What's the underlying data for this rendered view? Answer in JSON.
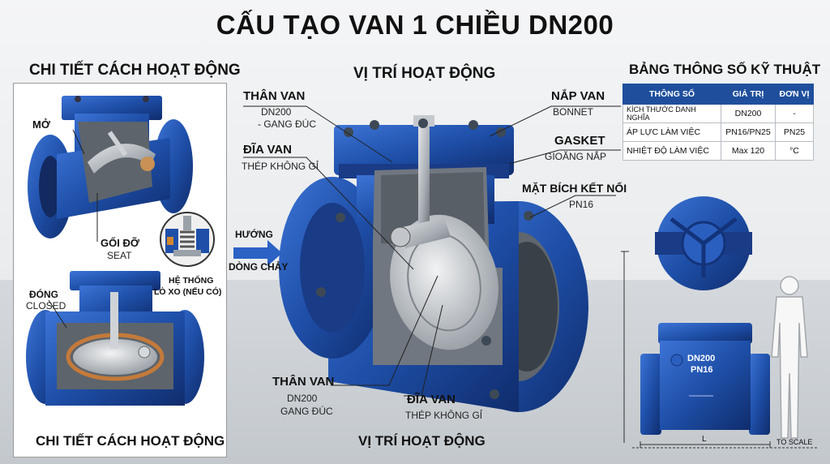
{
  "title": "CẤU TẠO VAN 1 CHIỀU DN200",
  "left_panel": {
    "heading_top": "CHI TIẾT CÁCH HOẠT ĐỘNG",
    "heading_bottom": "CHI TIẾT CÁCH HOẠT ĐỘNG",
    "open_label": "MỞ",
    "seat_label": "GỐI ĐỠ",
    "seat_sub": "SEAT",
    "closed_label": "ĐÓNG",
    "closed_sub": "CLOSED",
    "spring_label_1": "HỆ THỐNG",
    "spring_label_2": "LÒ XO (NẾU CÓ)"
  },
  "center": {
    "heading_top": "VỊ TRÍ HOẠT ĐỘNG",
    "heading_bottom": "VỊ TRÍ HOẠT ĐỘNG",
    "body_label": "THÂN VAN",
    "body_sub_1": "DN200",
    "body_sub_2": "- GANG ĐÚC",
    "disc_label": "ĐĨA VAN",
    "disc_sub": "THÉP KHÔNG GỈ",
    "bonnet_label": "NẮP VAN",
    "bonnet_sub": "BONNET",
    "gasket_label": "GASKET",
    "gasket_sub": "GIOĂNG NẮP",
    "flange_label": "MẶT BÍCH KẾT NỐI",
    "flange_sub": "PN16",
    "flow_label_1": "HƯỚNG",
    "flow_label_2": "DÒNG CHẢY",
    "body_label_bottom": "THÂN VAN",
    "body_bottom_sub_1": "DN200",
    "body_bottom_sub_2": "GANG ĐÚC",
    "disc_label_bottom": "ĐĨA VAN",
    "disc_bottom_sub": "THÉP KHÔNG GỈ"
  },
  "spec_table": {
    "heading": "BẢNG THÔNG SỐ KỸ THUẬT",
    "columns": [
      "THÔNG SỐ",
      "GIÁ TRỊ",
      "ĐƠN VỊ"
    ],
    "rows": [
      [
        "KÍCH THƯỚC DANH NGHĨA",
        "DN200",
        "-"
      ],
      [
        "ÁP LỰC LÀM VIỆC",
        "PN16/PN25",
        "PN25"
      ],
      [
        "NHIỆT ĐỘ LÀM VIỆC",
        "Max 120",
        "°C"
      ]
    ]
  },
  "scale_view": {
    "valve_text_1": "DN200",
    "valve_text_2": "PN16",
    "dimension_label": "L",
    "scale_label": "TO SCALE"
  },
  "colors": {
    "valve_blue": "#1e4fa8",
    "valve_blue_dark": "#13337a",
    "header_blue": "#1f4f9c",
    "steel": "#9aa1a8"
  }
}
